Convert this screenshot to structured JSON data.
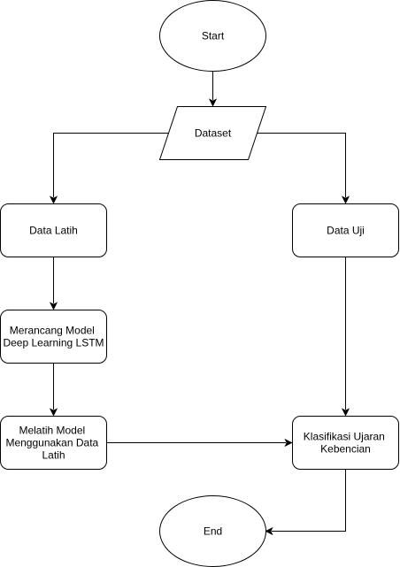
{
  "nodes": {
    "start": {
      "lines": [
        "Start"
      ]
    },
    "dataset": {
      "lines": [
        "Dataset"
      ]
    },
    "data_latih": {
      "lines": [
        "Data Latih"
      ]
    },
    "data_uji": {
      "lines": [
        "Data Uji"
      ]
    },
    "merancang": {
      "lines": [
        "Merancang Model",
        "Deep Learning LSTM"
      ]
    },
    "melatih": {
      "lines": [
        "Melatih Model",
        "Menggunakan Data",
        "Latih"
      ]
    },
    "klasifikasi": {
      "lines": [
        "Klasifikasi Ujaran",
        "Kebencian"
      ]
    },
    "end": {
      "lines": [
        "End"
      ]
    }
  },
  "colors": {
    "stroke": "#000000",
    "fill": "#ffffff",
    "text": "#000000"
  }
}
